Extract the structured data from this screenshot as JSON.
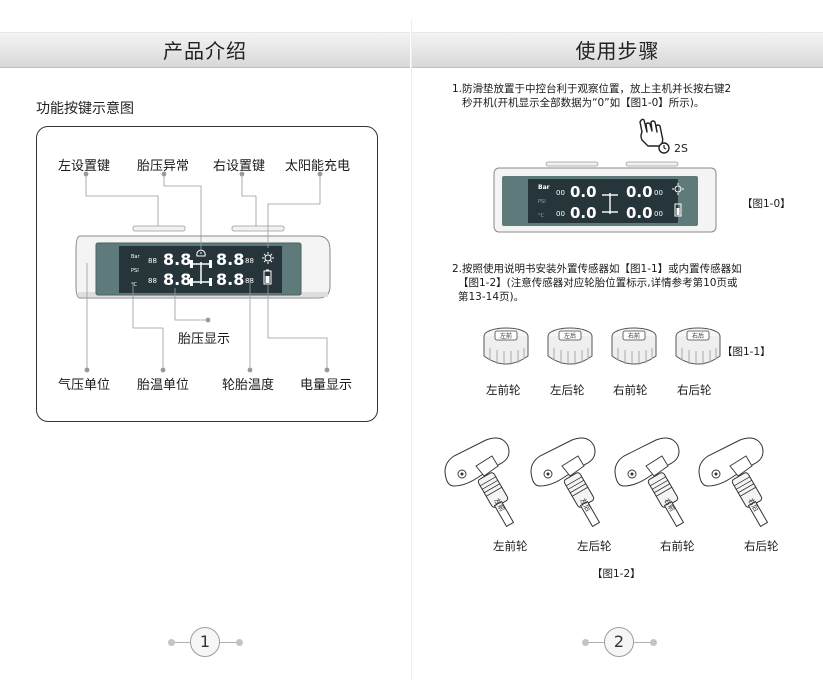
{
  "left_page": {
    "header": "产品介绍",
    "section_title": "功能按键示意图",
    "labels": {
      "left_key": "左设置键",
      "pressure_alarm": "胎压异常",
      "right_key": "右设置键",
      "solar": "太阳能充电",
      "pressure_display": "胎压显示",
      "pressure_unit": "气压单位",
      "temp_unit": "胎温单位",
      "tire_temp": "轮胎温度",
      "battery_display": "电量显示"
    },
    "lcd": {
      "unit_bar": "Bar",
      "unit_psi": "PSI",
      "unit_c": "°C",
      "small": "88",
      "big": "8.8"
    },
    "page_number": "1"
  },
  "right_page": {
    "header": "使用步骤",
    "step1": {
      "line1": "1.防滑垫放置于中控台利于观察位置，放上主机并长按右键2",
      "line2": "秒开机(开机显示全部数据为“0”如【图1-0】所示)。",
      "press_time": "2S",
      "figure_label": "【图1-0】",
      "lcd": {
        "unit_bar": "Bar",
        "unit_psi": "PSI",
        "unit_c": "°C",
        "small": "00",
        "big": "0.0"
      }
    },
    "step2": {
      "line1": "2.按照使用说明书安装外置传感器如【图1-1】或内置传感器如",
      "line2": "【图1-2】(注意传感器对应轮胎位置标示,详情参考第10页或",
      "line3": "第13-14页)。"
    },
    "caps": {
      "figure_label": "【图1-1】",
      "items": [
        {
          "tag": "左前",
          "label": "左前轮"
        },
        {
          "tag": "左后",
          "label": "左后轮"
        },
        {
          "tag": "右前",
          "label": "右前轮"
        },
        {
          "tag": "右后",
          "label": "右后轮"
        }
      ]
    },
    "internal": {
      "figure_label": "【图1-2】",
      "items": [
        {
          "tag": "左前",
          "label": "左前轮"
        },
        {
          "tag": "左后",
          "label": "左后轮"
        },
        {
          "tag": "右前",
          "label": "右前轮"
        },
        {
          "tag": "右后",
          "label": "右后轮"
        }
      ]
    },
    "page_number": "2"
  }
}
